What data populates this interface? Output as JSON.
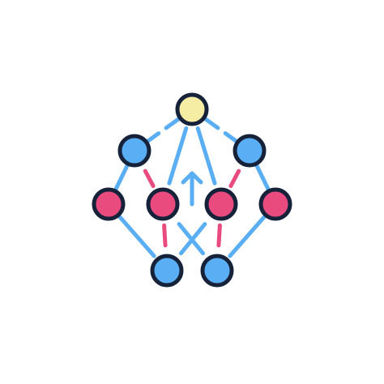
{
  "icon": {
    "name": "neural-network-hierarchy-icon",
    "colors": {
      "outline": "#16213a",
      "top_node": "#f6eda4",
      "blue_node": "#5aaef3",
      "pink_node": "#ea4b7f",
      "blue_link": "#5aaef3",
      "pink_link": "#ea4b7f"
    },
    "node_count": 9,
    "layers": [
      {
        "layer": "top",
        "nodes": 1,
        "color": "yellow"
      },
      {
        "layer": "upper",
        "nodes": 2,
        "color": "blue"
      },
      {
        "layer": "middle",
        "nodes": 4,
        "color": "pink"
      },
      {
        "layer": "bottom",
        "nodes": 2,
        "color": "blue"
      }
    ],
    "arrow": "up-arrow-icon"
  }
}
